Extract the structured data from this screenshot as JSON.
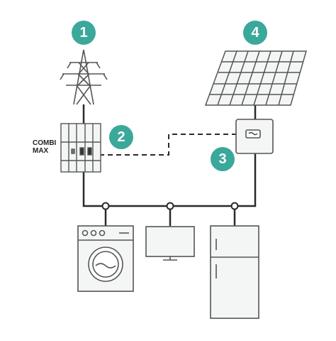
{
  "colors": {
    "badge": "#3aa89b",
    "line": "#2a2a2a",
    "panel": "#f4f6f6",
    "stroke": "#555555"
  },
  "badges": [
    {
      "number": "1"
    },
    {
      "number": "2"
    },
    {
      "number": "3"
    },
    {
      "number": "4"
    }
  ],
  "combi_label": {
    "line1": "COMBI",
    "line2": "MAX"
  },
  "icons": [
    "power-pylon-icon",
    "combi-max-meter-icon",
    "inverter-icon",
    "solar-panel-icon",
    "washing-machine-icon",
    "tv-monitor-icon",
    "refrigerator-icon"
  ]
}
